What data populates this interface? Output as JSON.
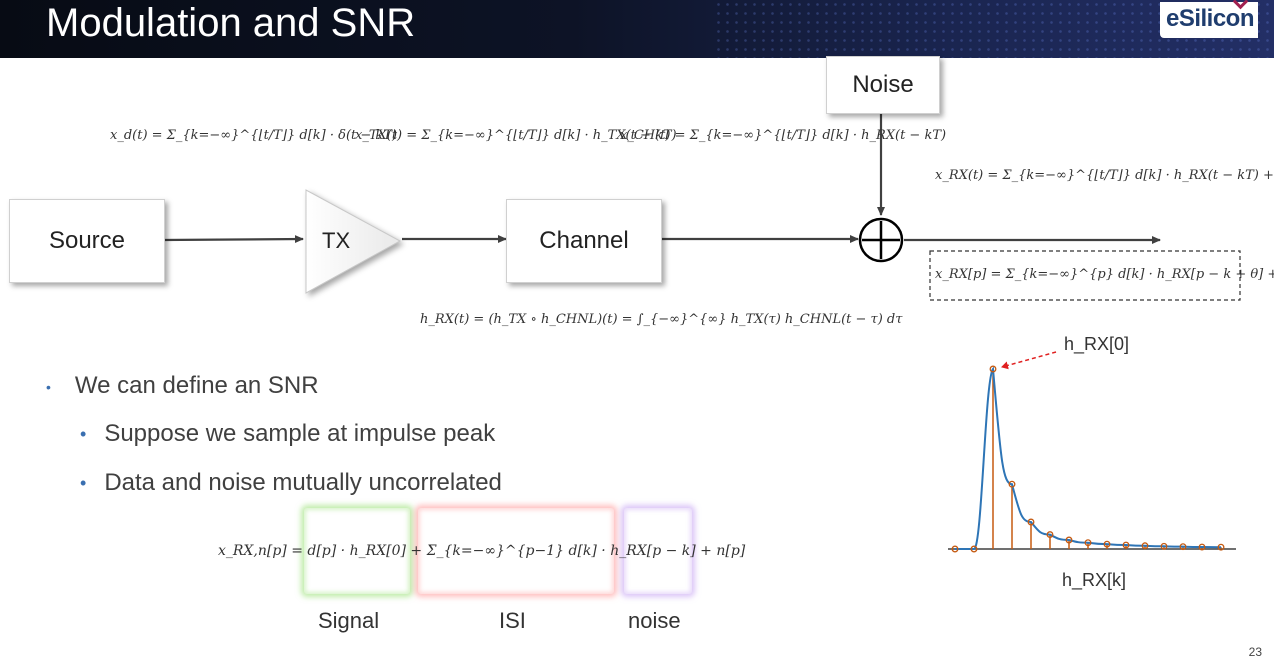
{
  "header": {
    "title": "Modulation and SNR",
    "logo": "eSilicon"
  },
  "blocks": {
    "source": "Source",
    "tx": "TX",
    "channel": "Channel",
    "noise": "Noise"
  },
  "equations": {
    "xd": "x_d(t) = Σ_{k=−∞}^{⌊t/T⌋} d[k] · δ(t − kT)",
    "xtx": "x_TX(t) = Σ_{k=−∞}^{⌊t/T⌋} d[k] · h_TX(t − kT)",
    "xch": "x_CH(t) = Σ_{k=−∞}^{⌊t/T⌋} d[k] · h_RX(t − kT)",
    "xrx_t": "x_RX(t) = Σ_{k=−∞}^{⌊t/T⌋} d[k] · h_RX(t − kT) + n(t)",
    "xrx_p": "x_RX[p] = Σ_{k=−∞}^{p} d[k] · h_RX[p − k + θ] + n[p]",
    "hrx": "h_RX(t) = (h_TX ∘ h_CHNL)(t) = ∫_{−∞}^{∞} h_TX(τ) h_CHNL(t − τ) dτ",
    "snr": "x_RX,n[p] = d[p] · h_RX[0] + Σ_{k=−∞}^{p−1} d[k] · h_RX[p − k] + n[p]"
  },
  "bullets": [
    {
      "level": 1,
      "text": "We can define an SNR"
    },
    {
      "level": 2,
      "text": "Suppose we sample at impulse peak"
    },
    {
      "level": 2,
      "text": "Data and noise mutually uncorrelated"
    }
  ],
  "labels": {
    "signal": "Signal",
    "isi": "ISI",
    "noise": "noise"
  },
  "pulse_plot": {
    "peak_label": "h_RX[0]",
    "axis_label": "h_RX[k]",
    "samples": [
      0.0,
      0.0,
      1.0,
      0.36,
      0.15,
      0.08,
      0.05,
      0.035,
      0.027,
      0.022,
      0.018,
      0.015,
      0.013,
      0.011,
      0.01
    ],
    "curve_color": "#2e75b6",
    "stem_color": "#c55a11"
  },
  "page_number": "23"
}
